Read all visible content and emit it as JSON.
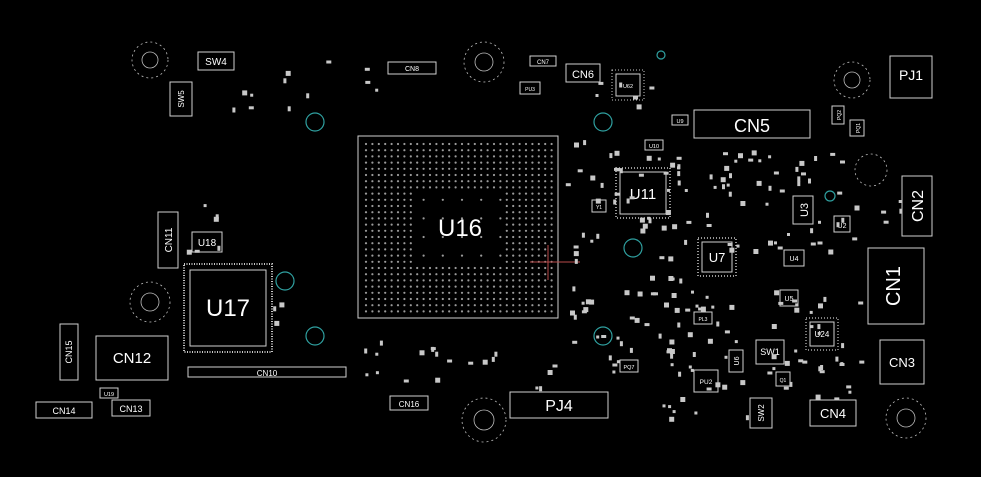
{
  "board": {
    "colors": {
      "background": "#000000",
      "silk": "#d0d0d0",
      "via": "#2fa0a0",
      "marker": "#b84a4a"
    },
    "labels": {
      "u16": "U16",
      "u17": "U17",
      "u18": "U18",
      "u11": "U11",
      "u7": "U7",
      "u3": "U3",
      "u2": "U2",
      "u4": "U4",
      "u5": "U5",
      "u24": "U24",
      "u6": "U6",
      "u19": "U19",
      "u10": "U10",
      "u9": "U9",
      "u62": "U62",
      "cn1": "CN1",
      "cn2": "CN2",
      "cn3": "CN3",
      "cn4": "CN4",
      "cn5": "CN5",
      "cn6": "CN6",
      "cn7": "CN7",
      "cn8": "CN8",
      "cn10": "CN10",
      "cn11": "CN11",
      "cn12": "CN12",
      "cn13": "CN13",
      "cn14": "CN14",
      "cn15": "CN15",
      "cn16": "CN16",
      "pj1": "PJ1",
      "pj4": "PJ4",
      "sw1": "SW1",
      "sw2": "SW2",
      "sw4": "SW4",
      "sw5": "SW5",
      "pu2": "PU2",
      "pq7": "PQ7",
      "pl3": "PL3",
      "pq2": "PQ2",
      "pq1": "PQ1",
      "pu3": "PU3",
      "q1": "Q1",
      "y1": "Y1"
    }
  }
}
